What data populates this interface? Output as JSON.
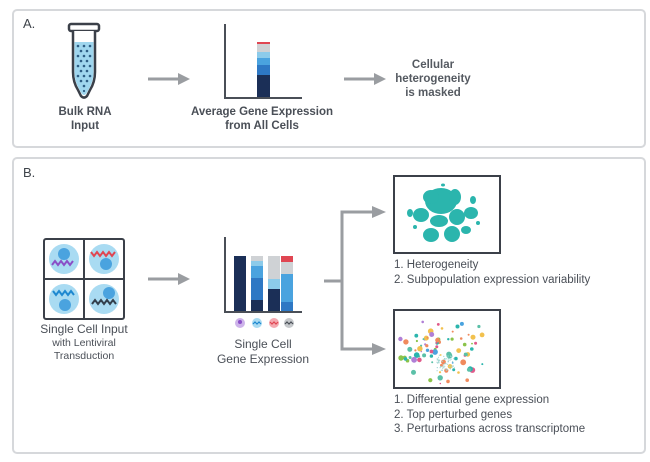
{
  "panel_a": {
    "label": "A.",
    "bulk_rna": {
      "line1": "Bulk RNA",
      "line2": "Input",
      "icon": "test-tube-icon"
    },
    "average_expression": {
      "line1": "Average Gene Expression",
      "line2": "from All Cells",
      "icon": "stacked-bar-icon"
    },
    "result": {
      "line1": "Cellular",
      "line2": "heterogeneity",
      "line3": "is masked"
    }
  },
  "panel_b": {
    "label": "B.",
    "single_cell_input": {
      "title": "Single Cell Input",
      "line2": "with Lentiviral",
      "line3": "Transduction",
      "icon": "cell-grid-icon"
    },
    "single_cell_expression": {
      "line1": "Single Cell",
      "line2": "Gene Expression",
      "icon": "multi-bar-icon"
    },
    "outcome_top": {
      "icon": "tsne-clusters-icon",
      "items": [
        "1. Heterogeneity",
        "2. Subpopulation expression variability"
      ]
    },
    "outcome_bottom": {
      "icon": "scattered-clusters-icon",
      "items": [
        "1.  Differential gene expression",
        "2. Top perturbed genes",
        "3. Perturbations across transcriptome"
      ]
    }
  },
  "colors": {
    "navy": "#1b2f57",
    "blue": "#2e78c4",
    "light_blue": "#4aa3df",
    "pale_blue": "#8ccbea",
    "grey": "#cfd2d5",
    "red": "#e04652",
    "teal": "#2bb5ad",
    "arrow": "#9a9da1",
    "border": "#d6d8db"
  }
}
